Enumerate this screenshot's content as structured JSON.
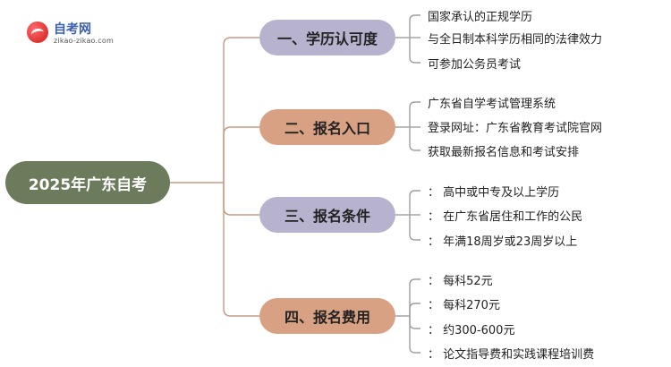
{
  "logo": {
    "title": "自考网",
    "subtitle": "zikao-zikao.com"
  },
  "colors": {
    "root": "#6b7b5c",
    "branch_purple": "#b7b3cf",
    "branch_orange": "#d9a183",
    "line_root_to_branch": "#c79a83",
    "line_branch_to_leaf": "#9e9e9e"
  },
  "root": {
    "label": "2025年广东自考"
  },
  "branches": [
    {
      "label": "一、学历认可度",
      "color": "#b7b3cf",
      "leaves": [
        "国家承认的正规学历",
        "与全日制本科学历相同的法律效力",
        "可参加公务员考试"
      ]
    },
    {
      "label": "二、报名入口",
      "color": "#d9a183",
      "leaves": [
        "广东省自学考试管理系统",
        "登录网址：广东省教育考试院官网",
        "获取最新报名信息和考试安排"
      ]
    },
    {
      "label": "三、报名条件",
      "color": "#b7b3cf",
      "leaves": [
        "：  高中或中专及以上学历",
        "：  在广东省居住和工作的公民",
        "：  年满18周岁或23周岁以上"
      ]
    },
    {
      "label": "四、报名费用",
      "color": "#d9a183",
      "leaves": [
        "：  每科52元",
        "：  每科270元",
        "：  约300-600元",
        "：  论文指导费和实践课程培训费"
      ]
    }
  ]
}
